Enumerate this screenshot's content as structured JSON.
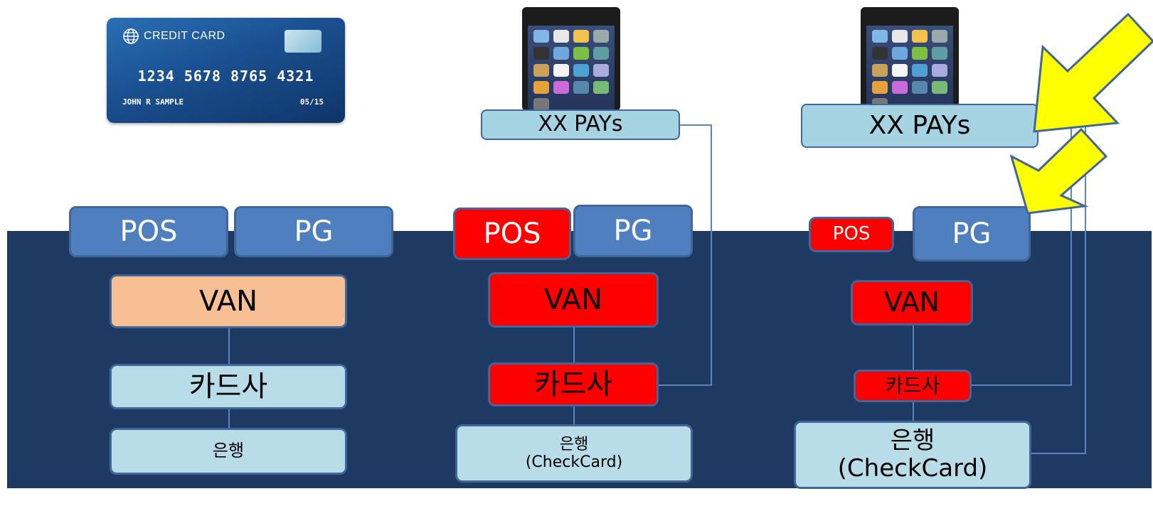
{
  "credit_card": {
    "title": "CREDIT CARD",
    "number": "1234 5678 8765 4321",
    "holder": "JOHN R SAMPLE",
    "expiry": "05/15"
  },
  "left": {
    "pos": "POS",
    "pg": "PG",
    "van": "VAN",
    "card_co": "카드사",
    "bank": "은행"
  },
  "middle": {
    "pay": "XX PAYs",
    "pos": "POS",
    "pg": "PG",
    "van": "VAN",
    "card_co": "카드사",
    "bank_line1": "은행",
    "bank_line2": "(CheckCard)"
  },
  "right": {
    "pay": "XX PAYs",
    "pos": "POS",
    "pg": "PG",
    "van": "VAN",
    "card_co": "카드사",
    "bank_line1": "은행",
    "bank_line2": "(CheckCard)"
  },
  "colors": {
    "panel": "#1e3a63",
    "blue_box": "#4f7fbe",
    "red_box": "#ff0000",
    "light_box": "#b8dde8",
    "peach_box": "#f8bf95",
    "arrow": "#ffff00"
  },
  "icons": [
    "globe-icon",
    "card-chip-icon",
    "smartphone-icon",
    "arrow-icon"
  ]
}
